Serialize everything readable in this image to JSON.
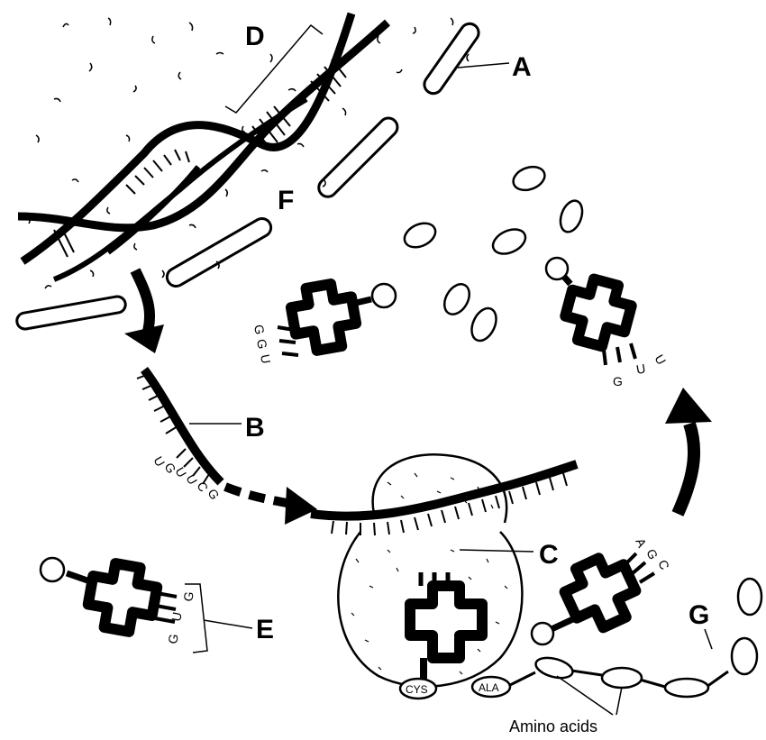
{
  "labels": {
    "A": "A",
    "B": "B",
    "C": "C",
    "D": "D",
    "E": "E",
    "F": "F",
    "G": "G"
  },
  "mrna_bases": [
    "U",
    "G",
    "U",
    "U",
    "C",
    "G"
  ],
  "trna_left": {
    "anticodon": [
      "G",
      "G",
      "U"
    ]
  },
  "trna_right": {
    "anticodon": [
      "G",
      "U",
      "U"
    ]
  },
  "trna_e": {
    "anticodon": [
      "G",
      "U",
      "G"
    ]
  },
  "trna_leaving": {
    "anticodon": [
      "A",
      "G",
      "C"
    ]
  },
  "amino_acid_labels": {
    "cys": "CYS",
    "ala": "ALA"
  },
  "caption": "Amino acids"
}
